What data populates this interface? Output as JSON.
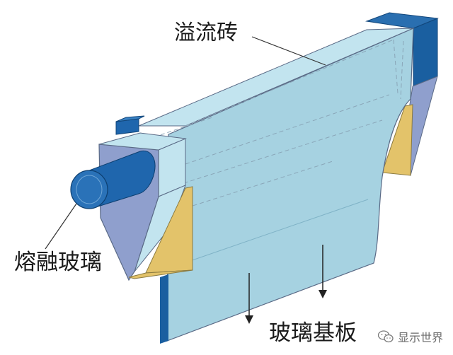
{
  "labels": {
    "overflow_brick": "溢流砖",
    "molten_glass": "熔融玻璃",
    "glass_substrate": "玻璃基板"
  },
  "watermark": {
    "text": "显示世界",
    "icon": "wechat-icon"
  },
  "colors": {
    "glass": "#a6d2e1",
    "glass_light": "#c2e4ef",
    "dark_blue": "#1a5fa0",
    "pipe_blue": "#1f66ad",
    "slate": "#8f9fcd",
    "yellow": "#e3c36a",
    "outline": "#5a6a86"
  }
}
